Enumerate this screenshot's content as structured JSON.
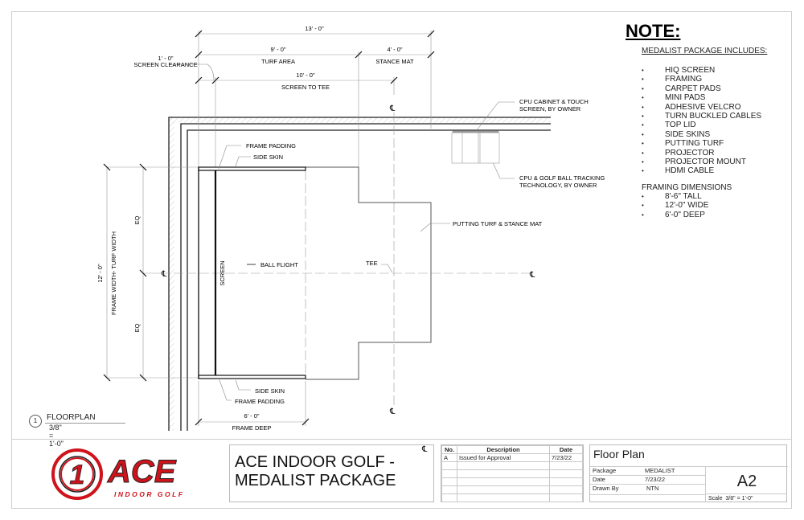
{
  "drawing": {
    "dimensions": {
      "overall": "13' - 0\"",
      "turf_area_dim": "9' - 0\"",
      "turf_area_label": "TURF AREA",
      "stance_mat_dim": "4' - 0\"",
      "stance_mat_label": "STANCE MAT",
      "screen_clearance_dim": "1' - 0\"",
      "screen_clearance_label": "SCREEN CLEARANCE",
      "screen_to_tee_dim": "10' - 0\"",
      "screen_to_tee_label": "SCREEN TO TEE",
      "frame_width_dim": "12' - 0\"",
      "frame_width_label": "FRAME WIDTH- TURF WIDTH",
      "eq": "EQ",
      "frame_deep_dim": "6' - 0\"",
      "frame_deep_label": "FRAME DEEP"
    },
    "labels": {
      "frame_padding": "FRAME PADDING",
      "side_skin": "SIDE SKIN",
      "screen": "SCREEN",
      "ball_flight": "BALL FLIGHT",
      "tee": "TEE",
      "putting_turf": "PUTTING TURF & STANCE MAT",
      "cpu_cabinet_1": "CPU CABINET & TOUCH",
      "cpu_cabinet_2": "SCREEN, BY OWNER",
      "cpu_tracking_1": "CPU & GOLF BALL TRACKING",
      "cpu_tracking_2": "TECHNOLOGY, BY OWNER",
      "centerline": "℄"
    },
    "view_title": {
      "number": "1",
      "name": "FLOORPLAN",
      "scale": "3/8\" = 1'-0\""
    }
  },
  "notes": {
    "title": "NOTE:",
    "package_heading": "MEDALIST PACKAGE INCLUDES:",
    "package_items": [
      "HIQ SCREEN",
      "FRAMING",
      "CARPET PADS",
      "MINI PADS",
      "ADHESIVE VELCRO",
      "TURN BUCKLED CABLES",
      "TOP LID",
      "SIDE SKINS",
      "PUTTING TURF",
      "PROJECTOR",
      "PROJECTOR MOUNT",
      "HDMI CABLE"
    ],
    "framing_heading": "FRAMING DIMENSIONS",
    "framing_items": [
      "8'-6\" TALL",
      "12'-0\" WIDE",
      "6'-0\" DEEP"
    ]
  },
  "title_block": {
    "logo": {
      "mark": "1",
      "brand": "ACE",
      "tagline": "INDOOR GOLF",
      "color": "#d0121b"
    },
    "project_title_line1": "ACE INDOOR GOLF -",
    "project_title_line2": "MEDALIST PACKAGE",
    "revisions": {
      "headers": [
        "No.",
        "Description",
        "Date"
      ],
      "rows": [
        [
          "A",
          "Issued for Approval",
          "7/23/22"
        ],
        [
          "",
          "",
          ""
        ],
        [
          "",
          "",
          ""
        ],
        [
          "",
          "",
          ""
        ],
        [
          "",
          "",
          ""
        ],
        [
          "",
          "",
          ""
        ]
      ]
    },
    "sheet": {
      "title": "Floor Plan",
      "package_label": "Package",
      "package_value": "MEDALIST",
      "date_label": "Date",
      "date_value": "7/23/22",
      "drawn_by_label": "Drawn By",
      "drawn_by_value": "NTN",
      "number": "A2",
      "scale_label": "Scale",
      "scale_value": "3/8\" = 1'-0\""
    }
  }
}
